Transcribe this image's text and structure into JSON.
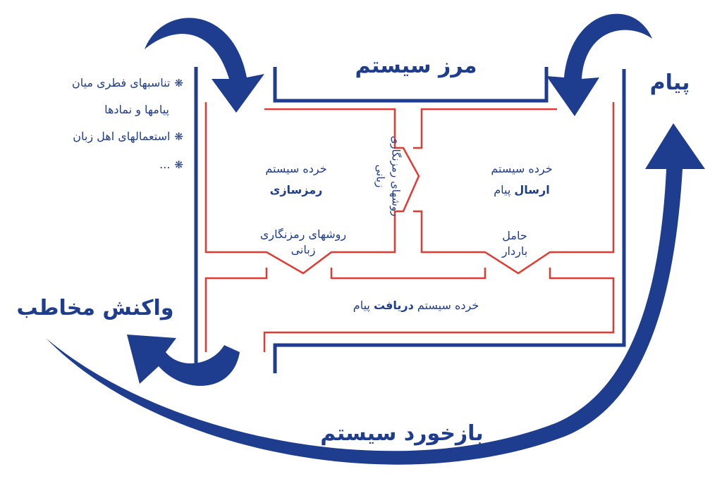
{
  "labels": {
    "system_boundary": "مرز سیستم",
    "message": "پیام",
    "audience_reaction": "واکنش مخاطب",
    "system_feedback": "بازخورد سیستم",
    "encoding_subsystem_line1": "خرده سیستم",
    "encoding_subsystem_line2": "رمزسازی",
    "sending_subsystem_line1": "خرده سیستم",
    "sending_subsystem_bold": "ارسال",
    "sending_subsystem_rest": "پیام",
    "receiving_subsystem_prefix": "خرده سیستم",
    "receiving_subsystem_bold": "دریافت",
    "receiving_subsystem_suffix": "پیام",
    "linguistic_coding_line1": "روشهای رمزنگاری",
    "linguistic_coding_line2": "زبانی",
    "vertical_coding_line1": "روشهای رمزنگاری",
    "vertical_coding_line2": "زبانی",
    "carrier_line1": "حامل",
    "carrier_line2": "باردار"
  },
  "notes": [
    {
      "bullet": "❋",
      "text": "تناسبهای فطری میان"
    },
    {
      "bullet": "",
      "text": "پیامها و نمادها"
    },
    {
      "bullet": "❋",
      "text": "استعمالهای اهل زبان"
    },
    {
      "bullet": "❋",
      "text": "..."
    }
  ],
  "colors": {
    "blue": "#1f3d8f",
    "red": "#e03a32"
  }
}
